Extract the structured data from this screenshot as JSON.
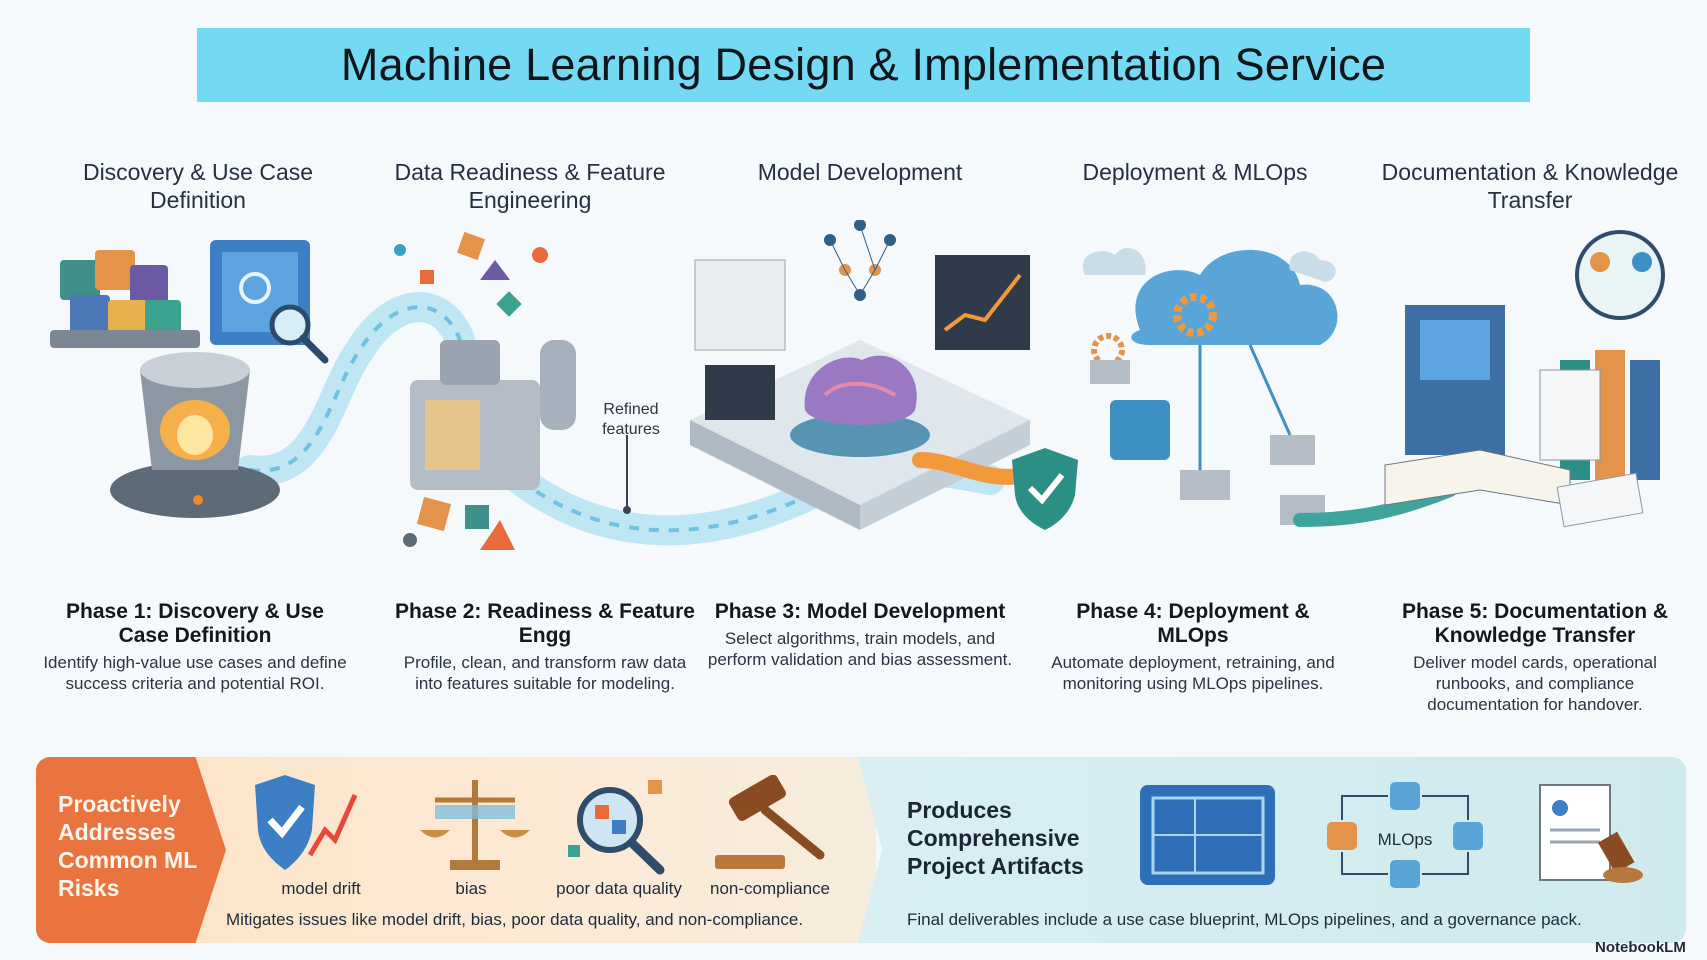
{
  "title": "Machine Learning Design & Implementation Service",
  "phases": [
    {
      "heading": "Discovery & Use Case Definition",
      "title": "Phase 1: Discovery & Use Case Definition",
      "description": "Identify high-value use cases and define success criteria and potential ROI."
    },
    {
      "heading": "Data Readiness & Feature Engineering",
      "title": "Phase 2: Readiness & Feature Engg",
      "description": "Profile, clean, and transform raw data into features suitable for modeling."
    },
    {
      "heading": "Model Development",
      "title": "Phase 3: Model Development",
      "description": "Select algorithms, train models, and perform validation and bias assessment."
    },
    {
      "heading": "Deployment & MLOps",
      "title": "Phase 4: Deployment & MLOps",
      "description": "Automate deployment, retraining, and monitoring using MLOps pipelines."
    },
    {
      "heading": "Documentation & Knowledge Transfer",
      "title": "Phase 5: Documentation & Knowledge Transfer",
      "description": "Deliver model cards, operational runbooks, and compliance documentation for handover."
    }
  ],
  "refined_label": "Refined features",
  "risks": {
    "tag": "Proactively Addresses Common ML Risks",
    "items": [
      {
        "label": "model drift",
        "icon": "shield-chart-icon"
      },
      {
        "label": "bias",
        "icon": "scales-icon"
      },
      {
        "label": "poor data quality",
        "icon": "magnifier-broken-data-icon"
      },
      {
        "label": "non-compliance",
        "icon": "gavel-icon"
      }
    ],
    "caption": "Mitigates issues like model drift, bias, poor data quality, and non-compliance."
  },
  "artifacts": {
    "title": "Produces Comprehensive Project Artifacts",
    "mlops_label": "MLOps",
    "icons": [
      "blueprint-icon",
      "mlops-cycle-icon",
      "governance-document-icon"
    ],
    "caption": "Final deliverables include a use case blueprint, MLOps pipelines, and a governance pack."
  },
  "watermark": "NotebookLM",
  "colors": {
    "title_bar": "#74d9f2",
    "risk_tag": "#e9743f",
    "pipe": "#9fd8ec",
    "accent_orange": "#f29a3b"
  }
}
